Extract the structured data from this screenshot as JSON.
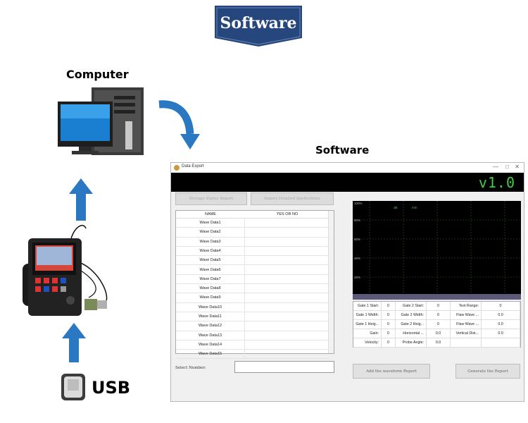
{
  "banner": {
    "title": "Software"
  },
  "labels": {
    "computer": "Computer",
    "software": "Software",
    "usb": "USB"
  },
  "colors": {
    "banner_blue": "#26477d",
    "arrow_blue": "#2b78c2",
    "version_green": "#40d040"
  },
  "window": {
    "title": "Data Export",
    "controls": [
      "—",
      "□",
      "✕"
    ],
    "version": "v1.0",
    "buttons": {
      "storage_import": "Storage Status Import",
      "import_detailed": "Import Detailed Spefications",
      "add_waveform": "Add the waveform Report",
      "generate": "Generate the Report"
    },
    "table": {
      "headers": [
        "NAME",
        "YES OR NO"
      ],
      "rows": [
        "Wave Data1",
        "Wave Data2",
        "Wave Data3",
        "Wave Data4",
        "Wave Data5",
        "Wave Data6",
        "Wave Data7",
        "Wave Data8",
        "Wave Data9",
        "Wave Data10",
        "Wave Data11",
        "Wave Data12",
        "Wave Data13",
        "Wave Data14",
        "Wave Data15"
      ]
    },
    "select_label": "Select Number:",
    "scope": {
      "percent_labels": [
        "100%",
        "80%",
        "60%",
        "40%",
        "20%"
      ],
      "marker_a": "dB",
      "marker_b": "mm"
    },
    "params": [
      [
        "Gate 1 Start:",
        "0",
        "Gate 2 Start:",
        "0",
        "Test Range:",
        "0"
      ],
      [
        "Gate 1 Width:",
        "0",
        "Gate 2 Width:",
        "0",
        "Flaw Wave ...",
        "0.0"
      ],
      [
        "Gate 1 Heig...",
        "0",
        "Gate 2 Heig...",
        "0",
        "Flaw Wave ...",
        "0.0"
      ],
      [
        "Gain:",
        "0",
        "Horizontal ...",
        "0.0",
        "Vertical Dist...",
        "0.0"
      ],
      [
        "Velocity:",
        "0",
        "Probe Angle:",
        "0.0",
        "",
        ""
      ]
    ]
  }
}
